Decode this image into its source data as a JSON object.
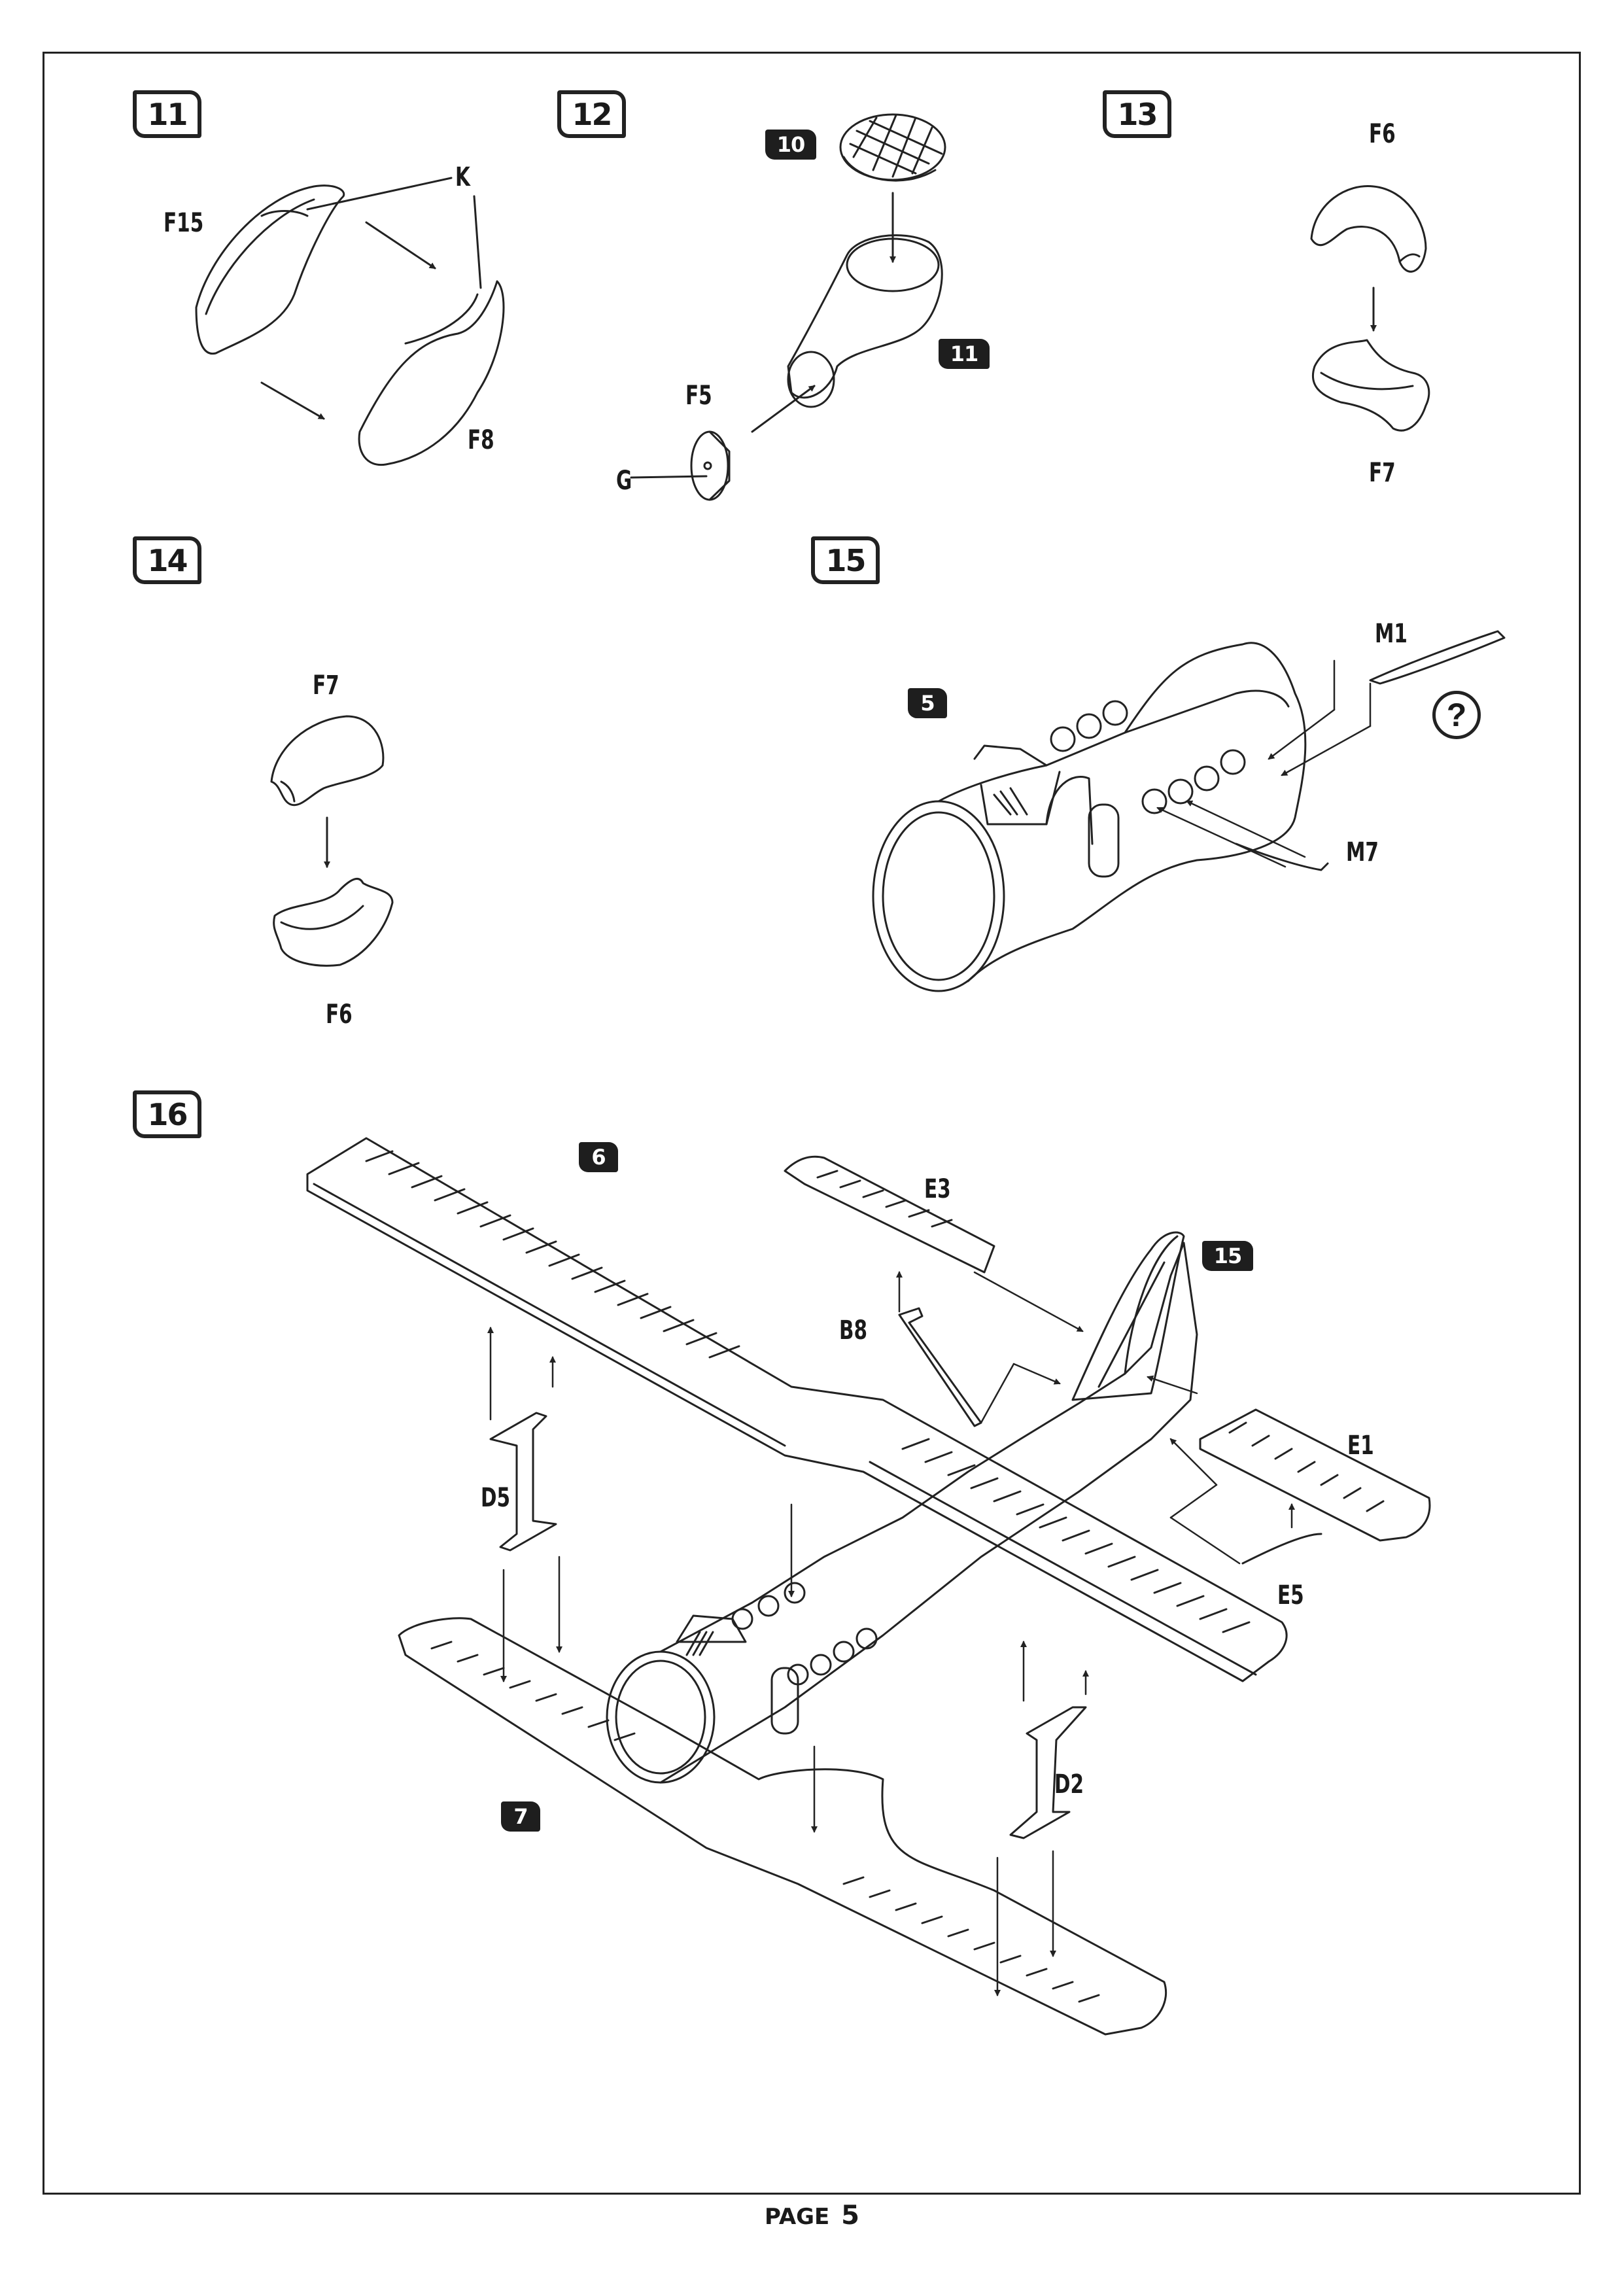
{
  "steps": {
    "s11": {
      "number": "11"
    },
    "s12": {
      "number": "12"
    },
    "s13": {
      "number": "13"
    },
    "s14": {
      "number": "14"
    },
    "s15": {
      "number": "15"
    },
    "s16": {
      "number": "16"
    }
  },
  "refs": {
    "r10": "10",
    "r11": "11",
    "r5": "5",
    "r6": "6",
    "r15": "15",
    "r7": "7"
  },
  "labels": {
    "F15": "F15",
    "K": "K",
    "F8": "F8",
    "F5": "F5",
    "G": "G",
    "F6a": "F6",
    "F7a": "F7",
    "F7b": "F7",
    "F6b": "F6",
    "M1": "M1",
    "M7": "M7",
    "E3": "E3",
    "B8": "B8",
    "E1": "E1",
    "E5": "E5",
    "D5": "D5",
    "D2": "D2"
  },
  "help_symbol": "?",
  "footer": {
    "label": "PAGE",
    "number": "5"
  },
  "colors": {
    "ink": "#222222",
    "paper": "#ffffff"
  }
}
